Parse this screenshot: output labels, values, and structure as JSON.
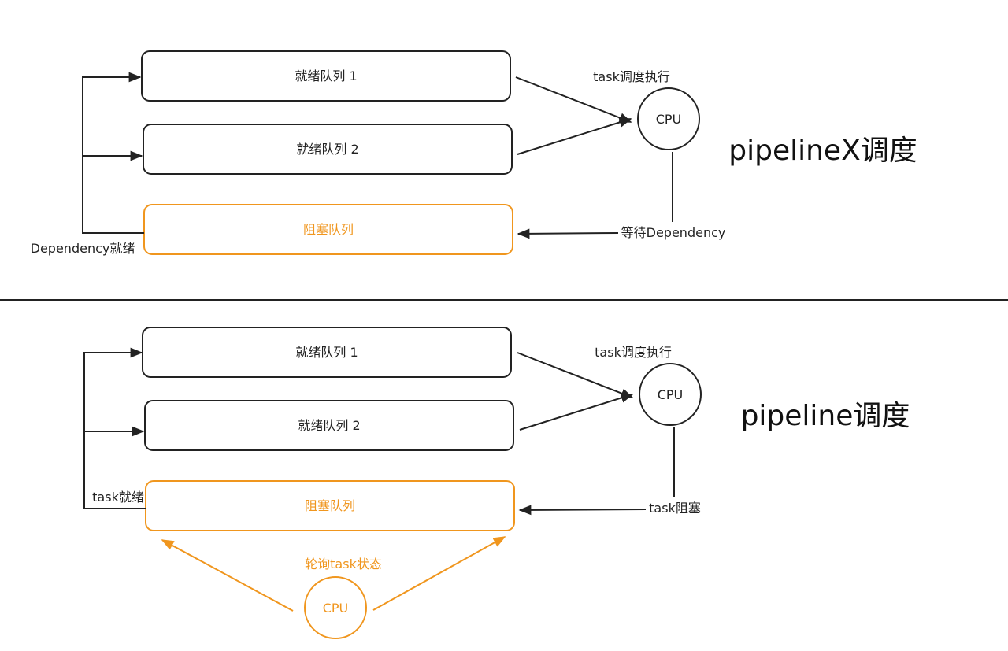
{
  "colors": {
    "line": "#222222",
    "accent": "#f0961e",
    "background": "#ffffff"
  },
  "top": {
    "title": "pipelineX调度",
    "ready_queue_1": "就绪队列 1",
    "ready_queue_2": "就绪队列 2",
    "blocked_queue": "阻塞队列",
    "cpu": "CPU",
    "schedule_label": "task调度执行",
    "wait_label": "等待Dependency",
    "ready_label": "Dependency就绪"
  },
  "bottom": {
    "title": "pipeline调度",
    "ready_queue_1": "就绪队列 1",
    "ready_queue_2": "就绪队列 2",
    "blocked_queue": "阻塞队列",
    "cpu": "CPU",
    "schedule_label": "task调度执行",
    "blocked_label": "task阻塞",
    "ready_label": "task就绪",
    "poll_label": "轮询task状态",
    "poll_cpu": "CPU"
  }
}
